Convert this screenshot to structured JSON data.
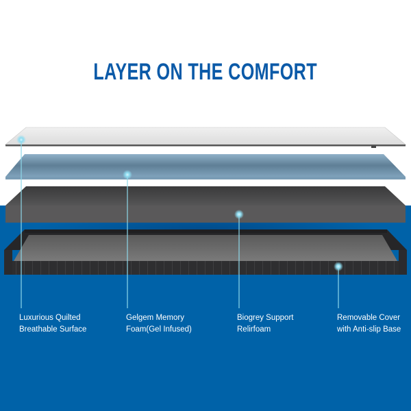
{
  "header": {
    "title": "LAYER ON THE COMFORT",
    "title_color": "#0b5aa8"
  },
  "colors": {
    "background_top": "#ffffff",
    "background_band": "#0062a8",
    "connector": "#8ed8ea",
    "label_text": "#ffffff"
  },
  "layers": [
    {
      "id": "quilted-surface",
      "name_line1": "Luxurious Quilted",
      "name_line2": "Breathable Surface",
      "color": "#e6e6e6"
    },
    {
      "id": "gel-memory-foam",
      "name_line1": "Gelgem Memory",
      "name_line2": "Foam(Gel Infused)",
      "color": "#6f93ad"
    },
    {
      "id": "support-foam",
      "name_line1": "Biogrey Support",
      "name_line2": "Relirfoam",
      "color": "#4a4a4b"
    },
    {
      "id": "removable-cover",
      "name_line1": "Removable Cover",
      "name_line2": "with Anti-slip Base",
      "color": "#2c2c2e"
    }
  ]
}
